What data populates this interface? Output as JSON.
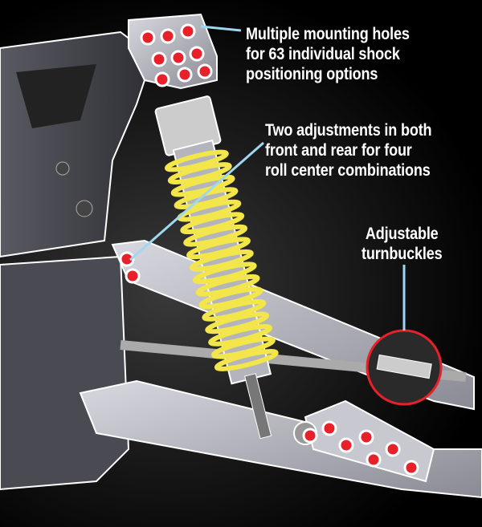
{
  "callouts": {
    "mounting_holes": {
      "lines": [
        "Multiple mounting holes",
        "for 63 individual shock",
        "positioning options"
      ]
    },
    "roll_center": {
      "lines": [
        "Two adjustments in both",
        "front and rear for four",
        "roll center combinations"
      ]
    },
    "turnbuckles": {
      "lines": [
        "Adjustable",
        "turnbuckles"
      ]
    }
  },
  "colors": {
    "leader": "#9fd6f0",
    "hole": "#e8202a",
    "spring": "#f2e64a",
    "part": "#b8b8c0"
  }
}
